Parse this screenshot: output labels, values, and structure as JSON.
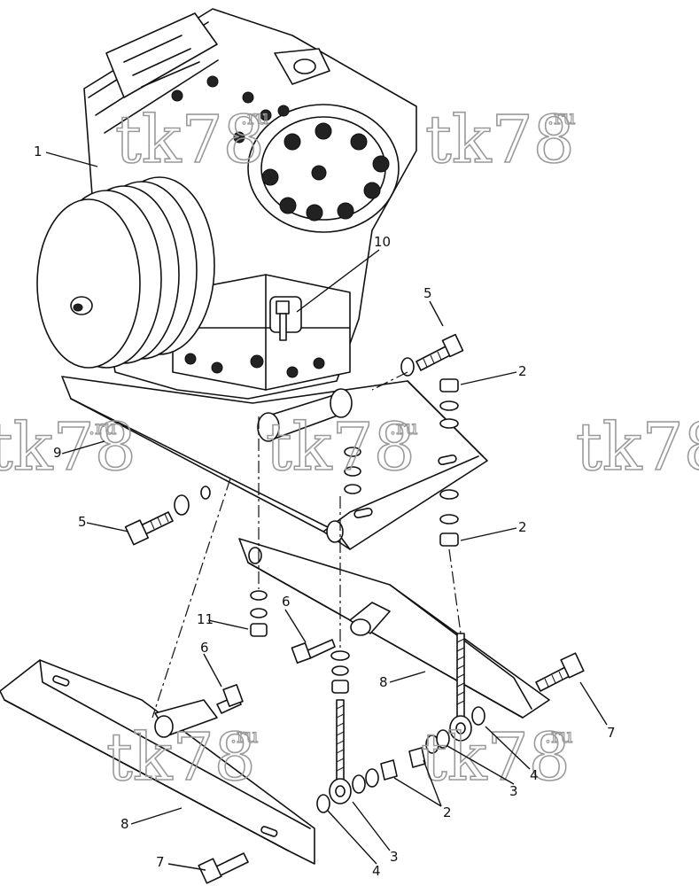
{
  "callouts": [
    {
      "label": "1"
    },
    {
      "label": "10"
    },
    {
      "label": "5"
    },
    {
      "label": "2"
    },
    {
      "label": "2"
    },
    {
      "label": "9"
    },
    {
      "label": "5"
    },
    {
      "label": "11"
    },
    {
      "label": "6"
    },
    {
      "label": "6"
    },
    {
      "label": "8"
    },
    {
      "label": "7"
    },
    {
      "label": "8"
    },
    {
      "label": "2"
    },
    {
      "label": "3"
    },
    {
      "label": "4"
    },
    {
      "label": "4"
    },
    {
      "label": "3"
    },
    {
      "label": "7"
    }
  ],
  "watermark": {
    "text": "tk78",
    "suffix": ".ru",
    "color": "#9a9a9a"
  }
}
